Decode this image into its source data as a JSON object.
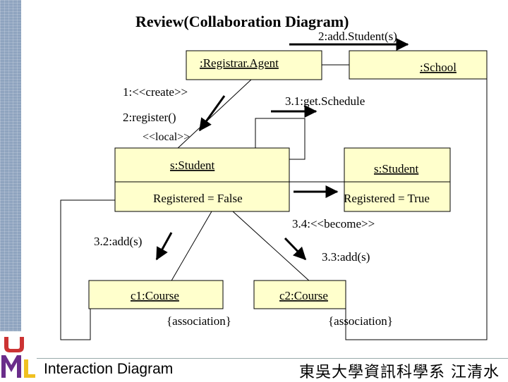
{
  "slide": {
    "title": "Review(Collaboration Diagram)",
    "footer_left": "Interaction Diagram",
    "footer_right": "東吳大學資訊科學系 江清水"
  },
  "objects": {
    "registrar": ":Registrar.Agent",
    "school": ":School",
    "student1": {
      "name": "s:Student",
      "state": "Registered = False"
    },
    "student2": {
      "name": "s:Student",
      "state": "Registered = True"
    },
    "course1": "c1:Course",
    "course2": "c2:Course"
  },
  "messages": {
    "add_student": "2:add.Student(s)",
    "create": "1:<<create>>",
    "register": "2:register()",
    "get_schedule": "3.1:get.Schedule",
    "become": "3.4:<<become>>",
    "add1": "3.2:add(s)",
    "add2": "3.3:add(s)"
  },
  "annotations": {
    "local": "<<local>>",
    "association1": "{association}",
    "association2": "{association}"
  },
  "colors": {
    "box_fill": "#ffffcc",
    "side_bar": "#8fa4bf",
    "logo_red": "#cc3333",
    "logo_purple": "#6a2c8a",
    "logo_yellow": "#f0c020"
  }
}
